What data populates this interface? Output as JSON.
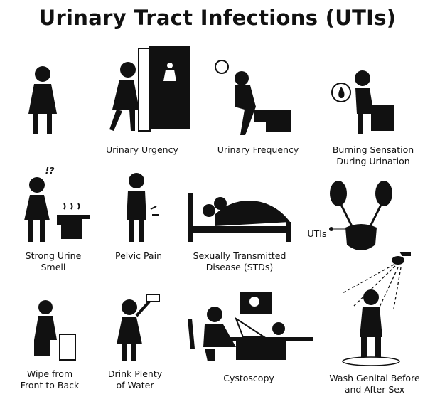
{
  "title": "Urinary Tract Infections (UTIs)",
  "items": [
    {
      "id": "woman-discomfort",
      "label": ""
    },
    {
      "id": "urinary-urgency",
      "label": "Urinary Urgency"
    },
    {
      "id": "urinary-frequency",
      "label": "Urinary Frequency"
    },
    {
      "id": "burning-sensation",
      "label1": "Burning Sensation",
      "label2": "During Urination"
    },
    {
      "id": "strong-urine-smell",
      "label1": "Strong Urine",
      "label2": "Smell",
      "mark": "!?"
    },
    {
      "id": "pelvic-pain",
      "label": "Pelvic Pain"
    },
    {
      "id": "stds",
      "label1": "Sexually Transmitted",
      "label2": "Disease (STDs)"
    },
    {
      "id": "utis-anatomy",
      "label": "UTIs"
    },
    {
      "id": "wipe",
      "label1": "Wipe from",
      "label2": "Front to Back"
    },
    {
      "id": "drink-water",
      "label1": "Drink Plenty",
      "label2": "of Water"
    },
    {
      "id": "cystoscopy",
      "label": "Cystoscopy"
    },
    {
      "id": "wash",
      "label1": "Wash Genital Before",
      "label2": "and After Sex"
    }
  ]
}
